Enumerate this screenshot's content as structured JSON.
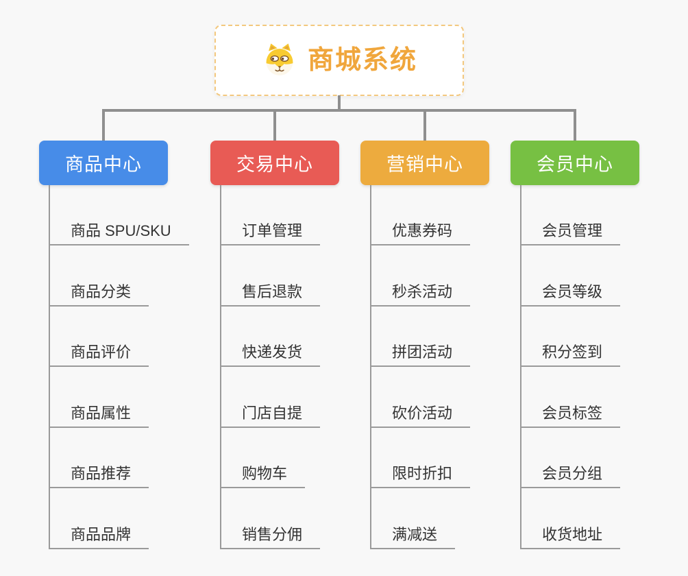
{
  "root": {
    "title": "商城系统",
    "icon": "shiba-dog-icon"
  },
  "branches": [
    {
      "label": "商品中心",
      "color": "#478ce8",
      "children": [
        "商品 SPU/SKU",
        "商品分类",
        "商品评价",
        "商品属性",
        "商品推荐",
        "商品品牌"
      ]
    },
    {
      "label": "交易中心",
      "color": "#e85b55",
      "children": [
        "订单管理",
        "售后退款",
        "快递发货",
        "门店自提",
        "购物车",
        "销售分佣"
      ]
    },
    {
      "label": "营销中心",
      "color": "#edab3e",
      "children": [
        "优惠券码",
        "秒杀活动",
        "拼团活动",
        "砍价活动",
        "限时折扣",
        "满减送"
      ]
    },
    {
      "label": "会员中心",
      "color": "#77c043",
      "children": [
        "会员管理",
        "会员等级",
        "积分签到",
        "会员标签",
        "会员分组",
        "收货地址"
      ]
    }
  ],
  "colors": {
    "background": "#f8f8f8",
    "root_accent": "#f0a63c",
    "root_border": "#f3c87e",
    "connector": "#8f8f8f",
    "child_line": "#9a9a9a",
    "child_text": "#333333"
  }
}
